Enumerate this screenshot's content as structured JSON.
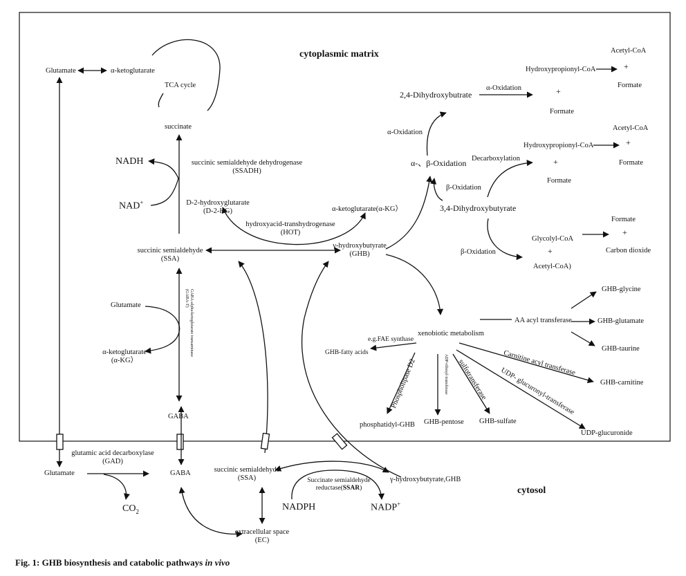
{
  "regions": {
    "cytoplasmic_matrix": "cytoplasmic matrix",
    "cytosol": "cytosol"
  },
  "matrix": {
    "glutamate": "Glutamate",
    "alpha_kg": "α-ketoglutarate",
    "tca_cycle": "TCA cycle",
    "succinate": "succinate",
    "nadh": "NADH",
    "nad": "NAD",
    "nad_sup": "+",
    "ssadh_line1": "succinic semialdehyde dehydrogenase",
    "ssadh_line2": "(SSADH)",
    "d2hg_line1": "D-2-hydroxyglutarate",
    "d2hg_line2": "(D-2-HG)",
    "akg_abbr": "α-ketoglutarate(α-KG）",
    "hot_line1": "hydroxyacid-transhydrogenase",
    "hot_line2": "(HOT)",
    "ssa_line1": "succinic semialdehyde",
    "ssa_line2": "(SSA)",
    "ghb_line1": "γ-hydroxybutyrate",
    "ghb_line2": "(GHB)",
    "glutamate2": "Glutamate",
    "akg2_line1": "α-ketoglutarate",
    "akg2_line2": "(α-KG）",
    "gaba_t_line1": "GABA-alpha-ketoglutarate transaminase",
    "gaba_t_line2": "(GABA-T)",
    "gaba": "GABA"
  },
  "oxidation": {
    "dihydroxybutrate": "2,4-Dihydroxybutrate",
    "alpha_oxidation_top": "α-Oxidation",
    "hydroxypropionyl_1": "Hydroxypropionyl-CoA",
    "acetyl_coa_1": "Acetyl-CoA",
    "plus_1": "+",
    "formate_1": "Formate",
    "plus_2": "+",
    "formate_2": "Formate",
    "alpha_oxidation_left": "α-Oxidation",
    "alpha_beta_oxidation": "α-、β-Oxidation",
    "decarboxylation": "Decarboxylation",
    "hydroxypropionyl_2": "Hydroxypropionyl-CoA",
    "acetyl_coa_2": "Acetyl-CoA",
    "plus_3": "+",
    "formate_3": "Formate",
    "plus_4": "+",
    "formate_4": "Formate",
    "beta_oxidation_1": "β-Oxidation",
    "dihydroxybutyrate": "3,4-Dihydroxybutyrate",
    "formate_5": "Formate",
    "plus_5": "+",
    "carbon_dioxide": "Carbon dioxide",
    "glycolyl_coa": "Glycolyl-CoA",
    "plus_6": "+",
    "acetyl_coa_3": "Acetyl-CoA)",
    "beta_oxidation_2": "β-Oxidation"
  },
  "xenobiotic": {
    "title": "xenobiotic metabolism",
    "aa_acyl": "AA acyl transferase",
    "ghb_glycine": "GHB-glycine",
    "ghb_glutamate": "GHB-glutamate",
    "ghb_taurine": "GHB-taurine",
    "fae": "e.g.FAE synthase",
    "ghb_fatty": "GHB-fatty acids",
    "carnitine_acyl": "Carnitine acyl transferase",
    "ghb_carnitine": "GHB-carnitine",
    "udp_transferase": "UDP- glucuronyl-transferase",
    "udp_glucuronide": "UDP-glucuronide",
    "phospholipase": "Phospholipase D2",
    "phosphatidyl": "phosphatidyl-GHB",
    "adp_ribosyl": "ADP-ribosyl-transferase",
    "ghb_pentose": "GHB-pentose",
    "sulfotransferase": "sulfotransferase",
    "ghb_sulfate": "GHB-sulfate"
  },
  "cytosol": {
    "glutamate": "Glutamate",
    "gad_line1": "glutamic acid decarboxylase",
    "gad_line2": "(GAD)",
    "gaba": "GABA",
    "co2": "CO",
    "co2_sub": "2",
    "ssa_line1": "succinic semialdehyde",
    "ssa_line2": "(SSA)",
    "ghb": "γ-hydroxybutyrate,GHB",
    "ssar_line1": "Succinate semialdehyde",
    "ssar_line2_a": "reductase(",
    "ssar_line2_b": "SSAR",
    "ssar_line2_c": ")",
    "nadph": "NADPH",
    "nadp": "NADP",
    "nadp_sup": "+",
    "ec_line1": "extracellular space",
    "ec_line2": "(EC)"
  },
  "caption": {
    "prefix": "Fig. 1: GHB biosynthesis and catabolic pathways ",
    "italic": "in vivo"
  }
}
